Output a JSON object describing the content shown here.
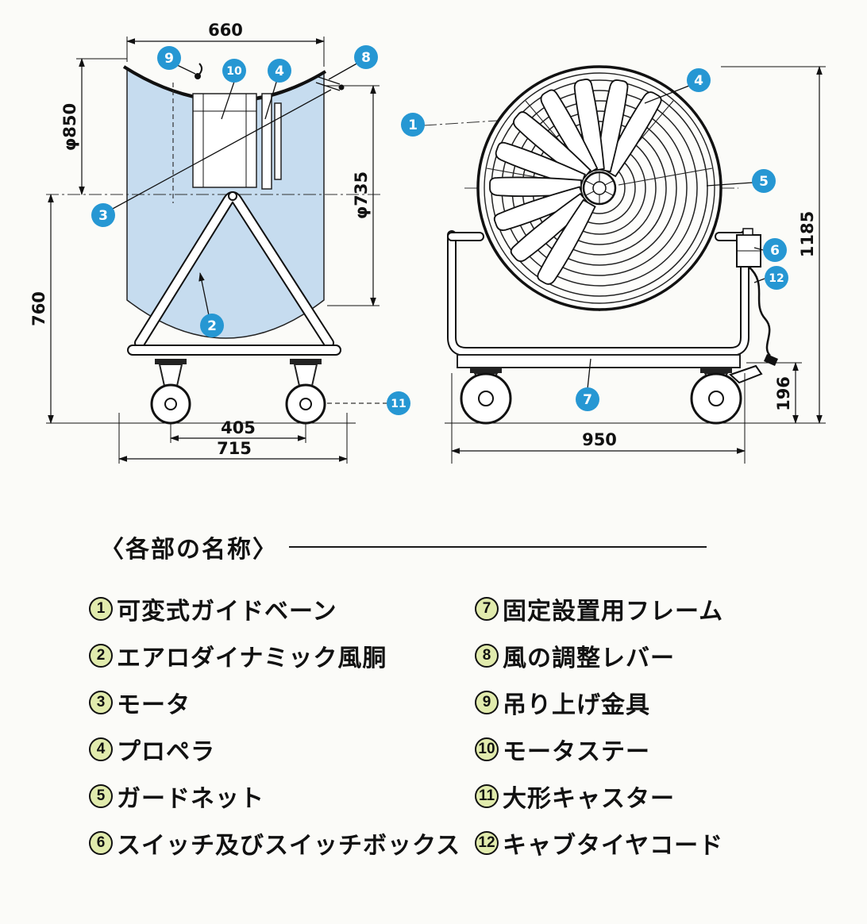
{
  "callouts": {
    "n1": "1",
    "n2": "2",
    "n3": "3",
    "n4": "4",
    "n5": "5",
    "n6": "6",
    "n7": "7",
    "n8": "8",
    "n9": "9",
    "n10": "10",
    "n11": "11",
    "n12": "12"
  },
  "side_view": {
    "dims": {
      "top_width": "660",
      "body_dia": "φ850",
      "height": "760",
      "duct_dia": "φ735",
      "caster_pitch": "405",
      "base_width": "715"
    }
  },
  "front_view": {
    "dims": {
      "total_height": "1185",
      "base_clearance": "196",
      "frame_width": "950"
    }
  },
  "legend": {
    "title": "〈各部の名称〉",
    "items": [
      {
        "num": "1",
        "label": "可変式ガイドベーン"
      },
      {
        "num": "2",
        "label": "エアロダイナミック風胴"
      },
      {
        "num": "3",
        "label": "モータ"
      },
      {
        "num": "4",
        "label": "プロペラ"
      },
      {
        "num": "5",
        "label": "ガードネット"
      },
      {
        "num": "6",
        "label": "スイッチ及びスイッチボックス"
      },
      {
        "num": "7",
        "label": "固定設置用フレーム"
      },
      {
        "num": "8",
        "label": "風の調整レバー"
      },
      {
        "num": "9",
        "label": "吊り上げ金具"
      },
      {
        "num": "10",
        "label": "モータステー"
      },
      {
        "num": "11",
        "label": "大形キャスター"
      },
      {
        "num": "12",
        "label": "キャブタイヤコード"
      }
    ]
  }
}
